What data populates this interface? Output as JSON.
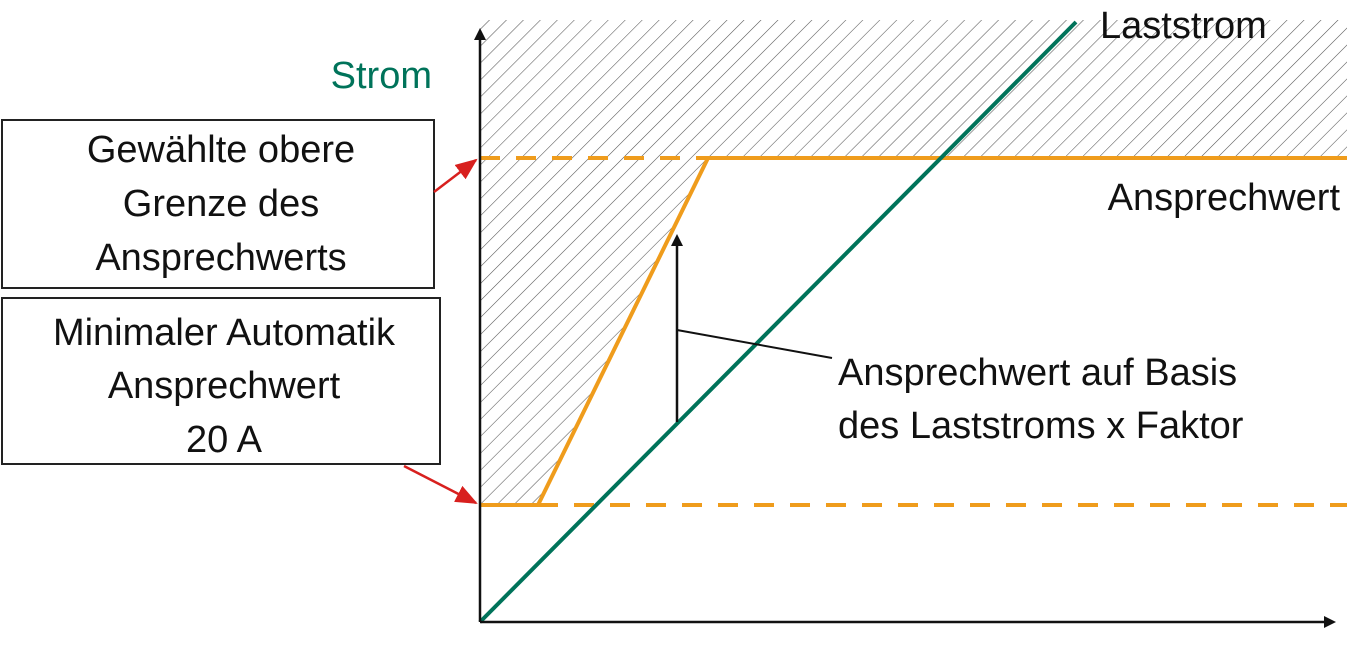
{
  "axis": {
    "y_label": "Strom"
  },
  "curves": {
    "load_current_label": "Laststrom",
    "pickup_label": "Ansprechwert"
  },
  "annotation": {
    "lines": [
      "Ansprechwert auf Basis",
      "des Laststroms x Faktor"
    ]
  },
  "boxes": {
    "upper_limit": {
      "lines": [
        "Gewählte obere",
        "Grenze des",
        "Ansprechwerts"
      ]
    },
    "minimum": {
      "lines": [
        "Minimaler Automatik",
        "Ansprechwert",
        "20 A"
      ]
    }
  },
  "colors": {
    "load_current": "#00735A",
    "pickup": "#EF9C1C",
    "pointer_arrow": "#D8201E",
    "axis": "#111111",
    "hatch": "#555555"
  }
}
